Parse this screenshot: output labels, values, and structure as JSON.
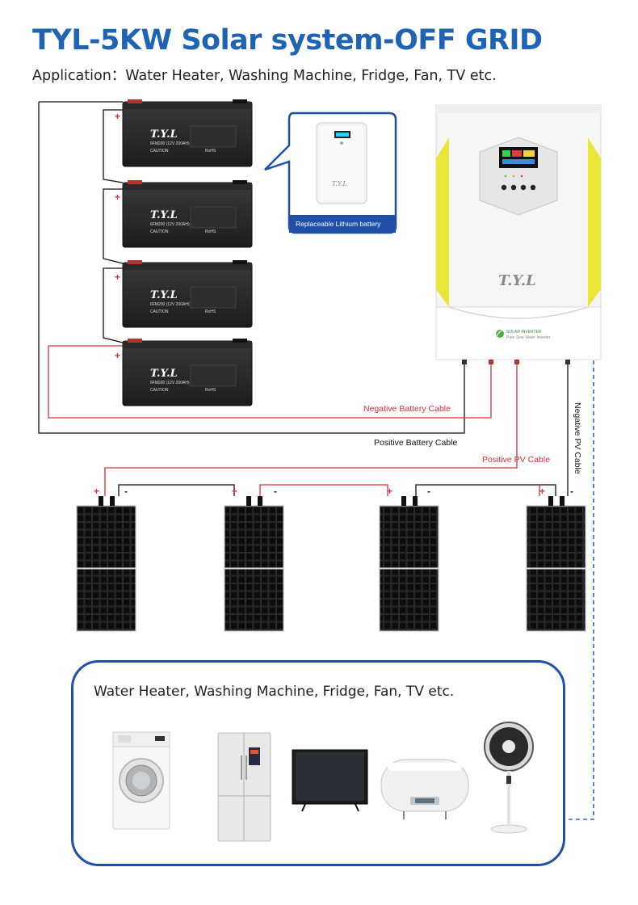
{
  "header": {
    "title": "TYL-5KW Solar system-OFF GRID",
    "subtitle": "Application：Water Heater, Washing Machine, Fridge, Fan, TV etc."
  },
  "batteries": {
    "brand": "T.Y.L",
    "model": "6FM200 (12V 200AH)",
    "caution": "CAUTION",
    "cert": "RoHS",
    "count": 4
  },
  "lithium_callout": {
    "label": "Replaceable Lithium battery",
    "brand": "T.Y.L"
  },
  "inverter": {
    "brand": "T.Y.L",
    "model_line1": "SOLAR INVERTER",
    "model_line2": "Pure Sine Wave Inverter"
  },
  "cables": {
    "negative_battery": "Negative Battery Cable",
    "positive_battery": "Positive Battery Cable",
    "positive_pv": "Positive PV Cable",
    "negative_pv": "Negative PV Cable"
  },
  "terminals": {
    "plus": "+",
    "minus": "-"
  },
  "appliances": {
    "title": "Water Heater, Washing Machine, Fridge, Fan, TV etc.",
    "items": [
      "washing-machine",
      "fridge",
      "tv",
      "water-heater",
      "fan"
    ]
  },
  "colors": {
    "title_blue": "#1f63b5",
    "red_cable": "#d6303a",
    "black_cable": "#111111",
    "blue_dashed": "#3a67c4",
    "inverter_yellow": "#e8e636"
  }
}
